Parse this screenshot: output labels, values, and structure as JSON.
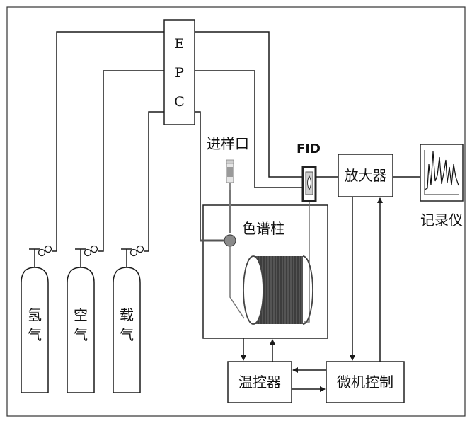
{
  "diagram": {
    "epc": {
      "letters": [
        "E",
        "P",
        "C"
      ]
    },
    "cylinders": [
      {
        "id": "hydrogen",
        "label": [
          "氢",
          "气"
        ]
      },
      {
        "id": "air",
        "label": [
          "空",
          "气"
        ]
      },
      {
        "id": "carrier",
        "label": [
          "载",
          "气"
        ]
      }
    ],
    "injector_label": "进样口",
    "fid_label": "FID",
    "column_label": "色谱柱",
    "amplifier_label": "放大器",
    "recorder_label": "记录仪",
    "temp_controller_label": "温控器",
    "micro_control_label": "微机控制"
  },
  "colors": {
    "line": "#1a1a1a",
    "box_border": "#222222",
    "column_fill": "#4a4a4a",
    "injector_gray": "#777777"
  }
}
